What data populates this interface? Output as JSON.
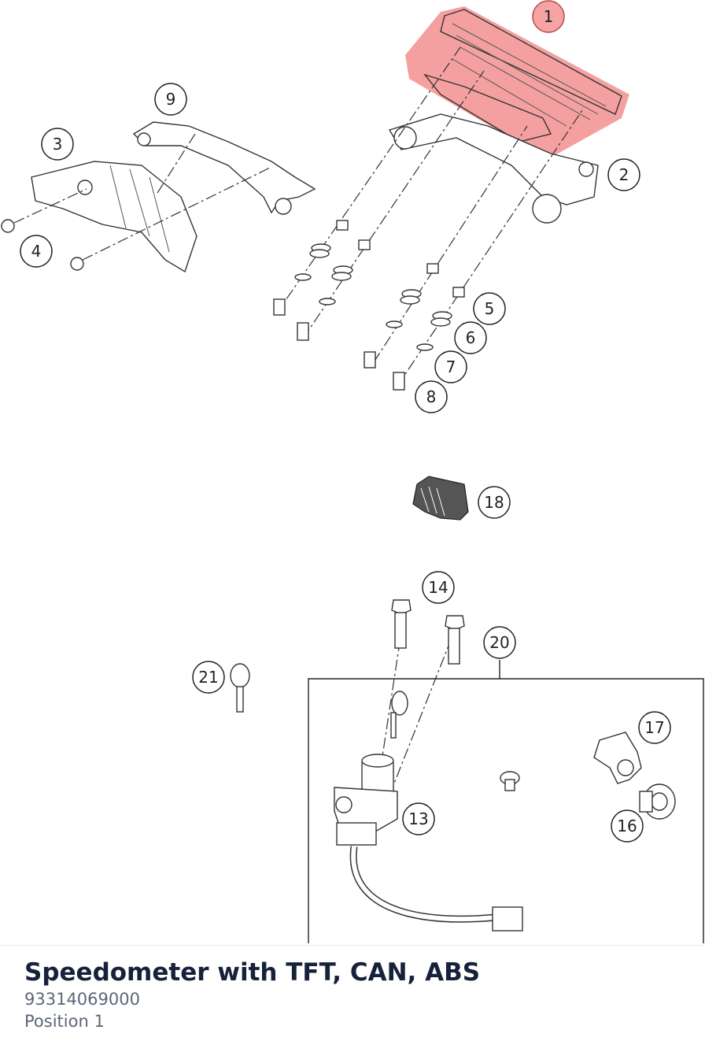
{
  "diagram": {
    "highlight_color": "#f08080",
    "selected_callout": "1",
    "callouts": [
      "1",
      "2",
      "3",
      "4",
      "5",
      "6",
      "7",
      "8",
      "9",
      "13",
      "14",
      "16",
      "17",
      "18",
      "20",
      "21"
    ]
  },
  "part": {
    "title": "Speedometer with TFT, CAN, ABS",
    "number": "93314069000",
    "position": "Position 1"
  }
}
